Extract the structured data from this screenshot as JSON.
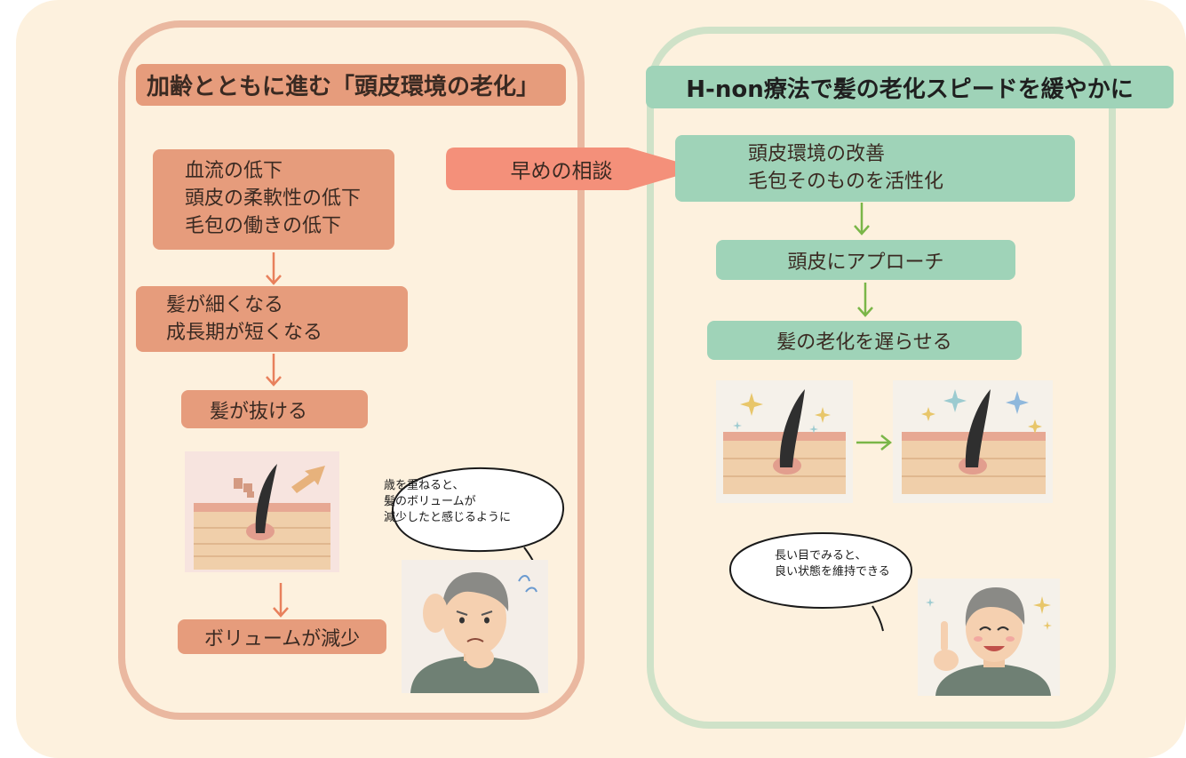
{
  "left": {
    "title": "加齢とともに進む「頭皮環境の老化」",
    "causes": [
      "血流の低下",
      "頭皮の柔軟性の低下",
      "毛包の働きの低下"
    ],
    "effects": [
      "髪が細くなる",
      "成長期が短くなる"
    ],
    "loss": "髪が抜ける",
    "result": "ボリュームが減少",
    "speech": [
      "歳を重ねると、",
      "髪のボリュームが",
      "減少したと感じるように"
    ]
  },
  "middle": {
    "label": "早めの相談"
  },
  "right": {
    "title": "H-non療法で髪の老化スピードを緩やかに",
    "benefits": [
      "頭皮環境の改善",
      "毛包そのものを活性化"
    ],
    "approach": "頭皮にアプローチ",
    "result": "髪の老化を遅らせる",
    "speech": [
      "長い目でみると、",
      "良い状態を維持できる"
    ]
  },
  "colors": {
    "background": "#fdf1de",
    "left_border": "#eab8a0",
    "right_border": "#cfe2c8",
    "salmon_box": "#e69c7c",
    "green_box": "#9fd3b8",
    "callout": "#f4907a",
    "left_arrow": "#e8805c",
    "right_arrow": "#7ab648"
  }
}
